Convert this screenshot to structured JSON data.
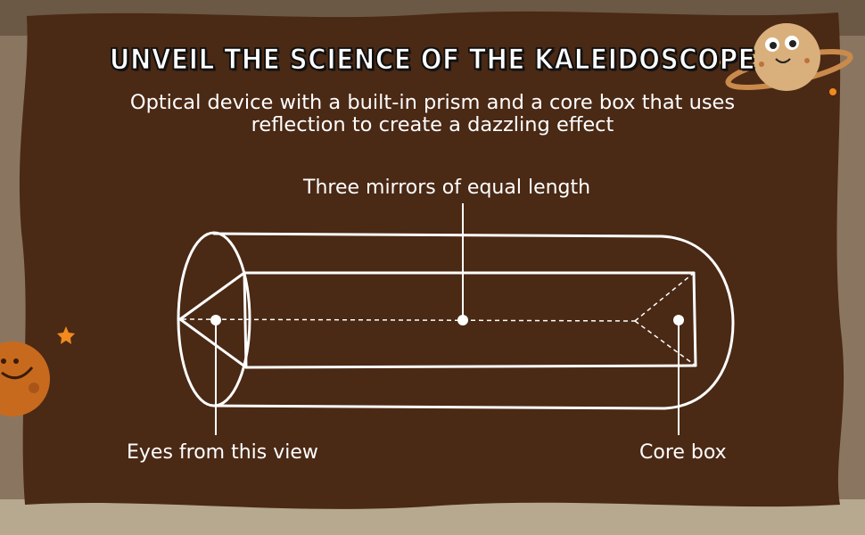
{
  "title": "UNVEIL THE SCIENCE OF THE KALEIDOSCOPE",
  "subtitle": "Optical device with a built-in prism and a core box that uses reflection to create a dazzling effect",
  "labels": {
    "mirrors": "Three mirrors of equal length",
    "eyes": "Eyes from this view",
    "core": "Core box"
  },
  "colors": {
    "panel": "#4a2915",
    "stroke": "#ffffff",
    "background": "#8a7660",
    "planet": "#d9a66e",
    "accent": "#f28a1e"
  },
  "icons": [
    "planet-mascot-icon",
    "smiley-planet-icon",
    "star-icon"
  ]
}
